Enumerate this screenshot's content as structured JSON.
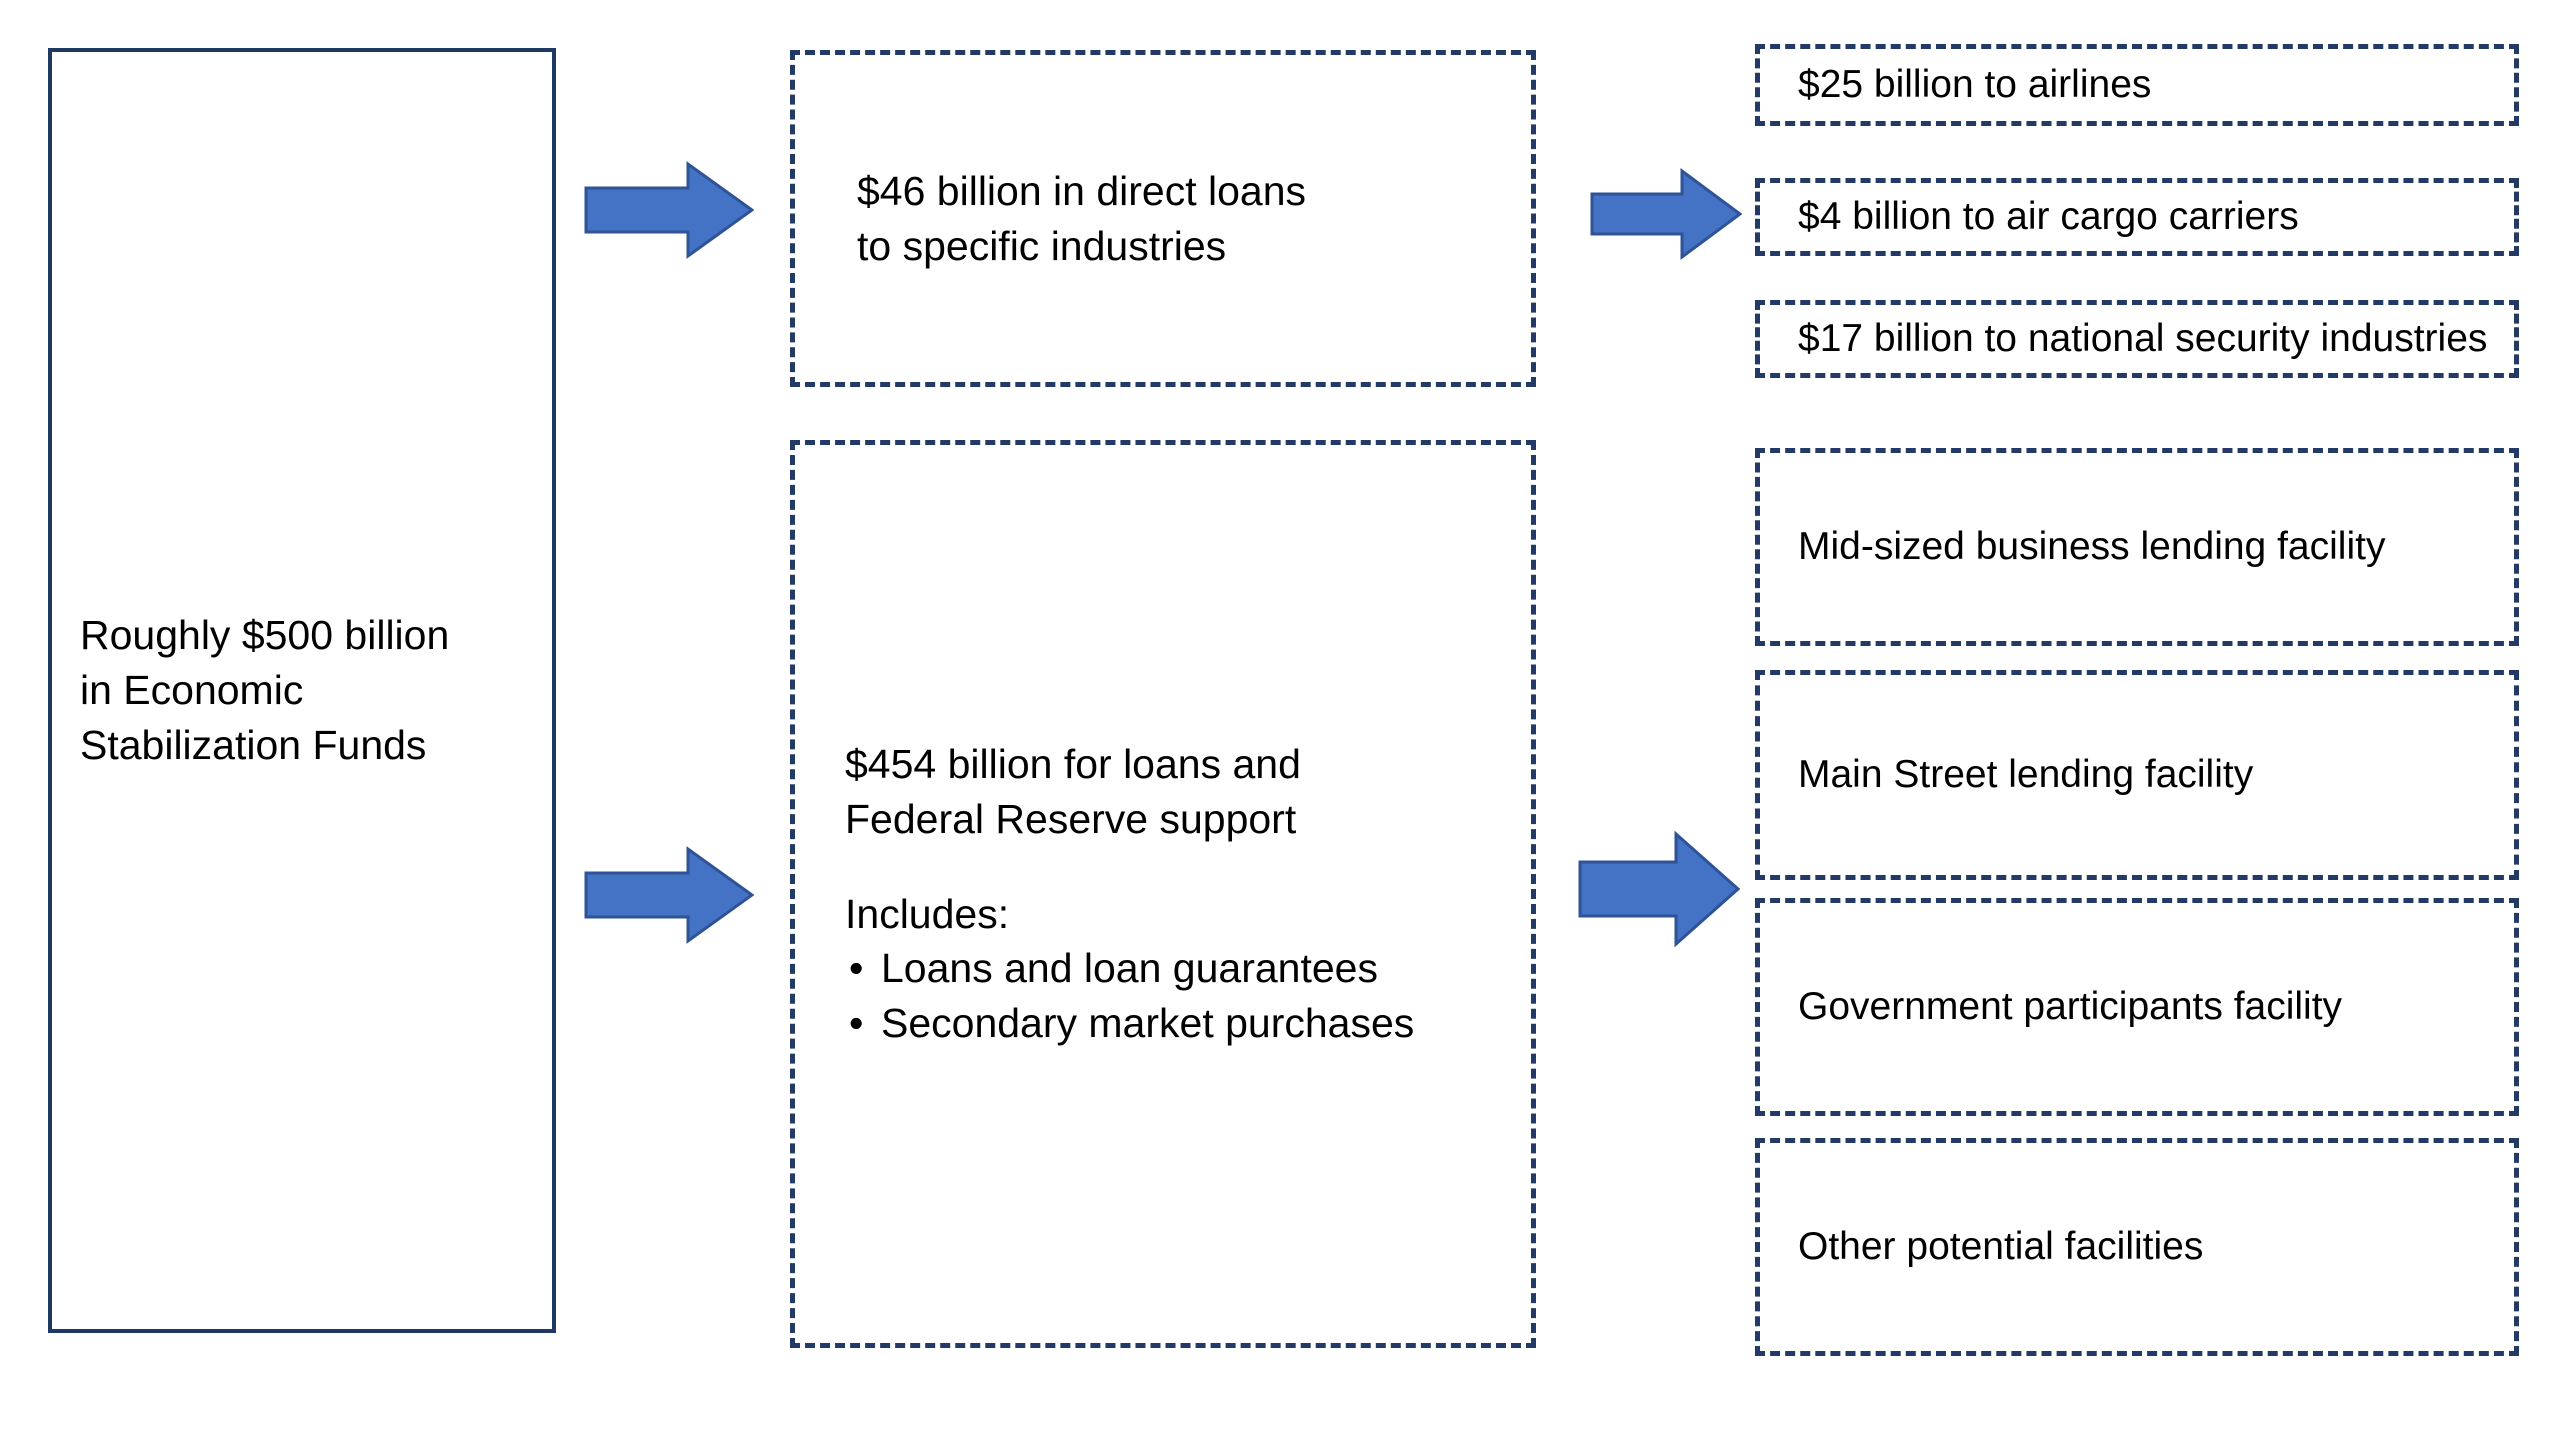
{
  "diagram": {
    "title": "Roughly $500 billion in Economic Stabilization Funds allocation flow",
    "colors": {
      "arrow_fill": "#4472C4",
      "arrow_stroke": "#2E5396",
      "box_border_solid": "#1F3864",
      "box_border_dashed": "#243A66",
      "background": "#FFFFFF",
      "text": "#000000"
    }
  },
  "nodes": {
    "root": {
      "label": "Roughly $500 billion\nin Economic\nStabilization Funds",
      "border_style": "solid"
    },
    "direct_loans": {
      "label": "$46 billion in direct loans\nto specific industries",
      "border_style": "dashed"
    },
    "fed_support": {
      "heading": "$454 billion for loans and\nFederal Reserve support",
      "includes_label": "Includes:",
      "bullets": [
        "Loans and loan guarantees",
        "Secondary market purchases"
      ],
      "border_style": "dashed"
    }
  },
  "direct_loan_recipients": [
    {
      "label": "$25 billion to airlines"
    },
    {
      "label": "$4 billion to air cargo carriers"
    },
    {
      "label": "$17 billion to national security industries"
    }
  ],
  "fed_support_facilities": [
    {
      "label": "Mid-sized business lending facility"
    },
    {
      "label": "Main Street lending facility"
    },
    {
      "label": "Government participants facility"
    },
    {
      "label": "Other potential facilities"
    }
  ],
  "arrows": [
    {
      "name": "root-to-direct-loans",
      "direction": "right"
    },
    {
      "name": "root-to-fed-support",
      "direction": "right"
    },
    {
      "name": "direct-loans-to-recipients",
      "direction": "right"
    },
    {
      "name": "fed-support-to-facilities",
      "direction": "right"
    }
  ]
}
